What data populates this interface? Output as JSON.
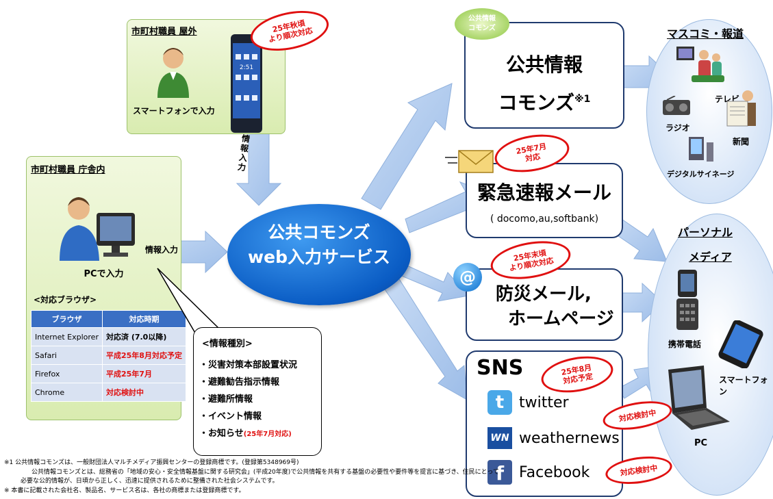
{
  "outdoor": {
    "title": "市町村職員 屋外",
    "caption": "スマートフォンで入力",
    "stamp": [
      "25年秋頃",
      "より順次対応"
    ]
  },
  "office": {
    "title": "市町村職員 庁舎内",
    "caption": "PCで入力",
    "browser_heading": "<対応ブラウザ>",
    "browser_table": {
      "headers": [
        "ブラウザ",
        "対応時期"
      ],
      "rows": [
        {
          "browser": "Internet Explorer",
          "status": "対応済 (7.0以降)"
        },
        {
          "browser": "Safari",
          "status": "平成25年8月対応予定"
        },
        {
          "browser": "Firefox",
          "status": "平成25年7月"
        },
        {
          "browser": "Chrome",
          "status": "対応検討中"
        }
      ]
    }
  },
  "arrows": {
    "input_top": "情報入力",
    "input_left": "情報入力"
  },
  "center": {
    "line1": "公共コモンズ",
    "line2": "web入力サービス"
  },
  "info_types": {
    "heading": "<情報種別>",
    "items": [
      "・災害対策本部設置状況",
      "・避難勧告指示情報",
      "・避難所情報",
      "・イベント情報",
      "・お知らせ"
    ],
    "note": "(25年7月対応)"
  },
  "commons": {
    "logo_line1": "公共情報",
    "logo_line2": "コモンズ",
    "line1": "公共情報",
    "line2": "コモンズ",
    "sup": "※1"
  },
  "emergency": {
    "title": "緊急速報メール",
    "sub": "( docomo,au,softbank)",
    "stamp": [
      "25年7月",
      "対応"
    ]
  },
  "bousai": {
    "line1": "防災メール,",
    "line2": "ホームページ",
    "stamp": [
      "25年末頃",
      "より順次対応"
    ]
  },
  "sns": {
    "title": "SNS",
    "stamp": [
      "25年8月",
      "対応予定"
    ],
    "items": [
      {
        "name": "twitter"
      },
      {
        "name": "weathernews",
        "icon": "WN"
      },
      {
        "name": "Facebook",
        "stamp": "対応検討中"
      }
    ]
  },
  "media": {
    "title": "マスコミ・報道",
    "tv": "テレビ",
    "radio": "ラジオ",
    "newspaper": "新聞",
    "signage": "デジタルサイネージ"
  },
  "personal": {
    "title1": "パーソナル",
    "title2": "メディア",
    "phone": "携帯電話",
    "smartphone": "スマートフォン",
    "pc": "PC",
    "stamp": "対応検討中"
  },
  "footnotes": [
    "※1 公共情報コモンズは、一般財団法人マルチメディア振興センターの登録商標です。(登録第5348969号)",
    "公共情報コモンズとは、総務省の「地域の安心・安全情報基盤に関する研究会」(平成20年度)で公共情報を共有する基盤の必要性や要件等を提言に基づき、住民にとって",
    "必要な公的情報が、日頃から正しく、迅速に提供されるために整備された社会システムです。",
    "※ 本書に記載された会社名、製品名、サービス名は、各社の商標または登録商標です。"
  ],
  "colors": {
    "navy": "#1f3a6e",
    "arrow": "#a9c6ec",
    "red": "#e01010",
    "green": "#d9ecb0"
  }
}
